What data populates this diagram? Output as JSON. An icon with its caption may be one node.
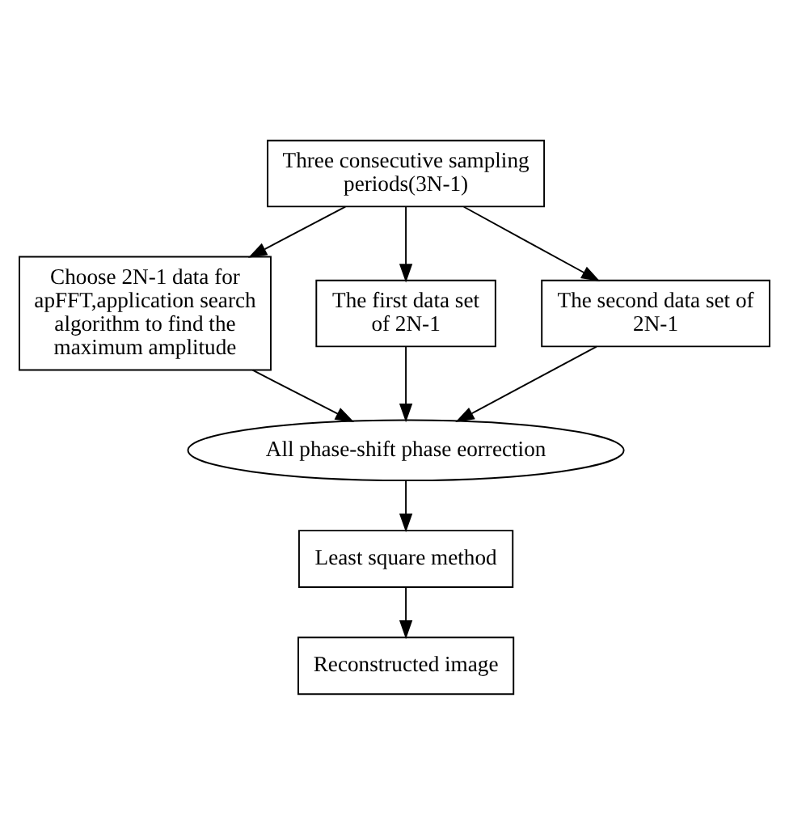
{
  "diagram": {
    "nodes": [
      {
        "text": [
          "Three consecutive sampling periods(3N-1)"
        ]
      },
      {
        "text": [
          "Choose 2N-1 data for apFFT,application search algorithm to find the maximum amplitude"
        ]
      },
      {
        "text": [
          "The first data set of 2N-1"
        ]
      },
      {
        "text": [
          "The second data set of 2N-1"
        ]
      },
      {
        "text": [
          "All phase-shift phase eorrection"
        ]
      },
      {
        "text": [
          "Least square method"
        ]
      },
      {
        "text": [
          "Reconstructed image"
        ]
      }
    ],
    "edges": [
      {
        "from": 0,
        "to": 2,
        "arrow": "to"
      },
      {
        "from": 0,
        "to": 1,
        "arrow": "to"
      },
      {
        "from": 0,
        "to": 3,
        "arrow": "to"
      },
      {
        "from": 1,
        "to": 4,
        "arrow": "to"
      },
      {
        "from": 2,
        "to": 4,
        "arrow": "to"
      },
      {
        "from": 3,
        "to": 4,
        "arrow": "to"
      },
      {
        "from": 4,
        "to": 5,
        "arrow": "to"
      },
      {
        "from": 5,
        "to": 6,
        "arrow": "to"
      }
    ]
  }
}
